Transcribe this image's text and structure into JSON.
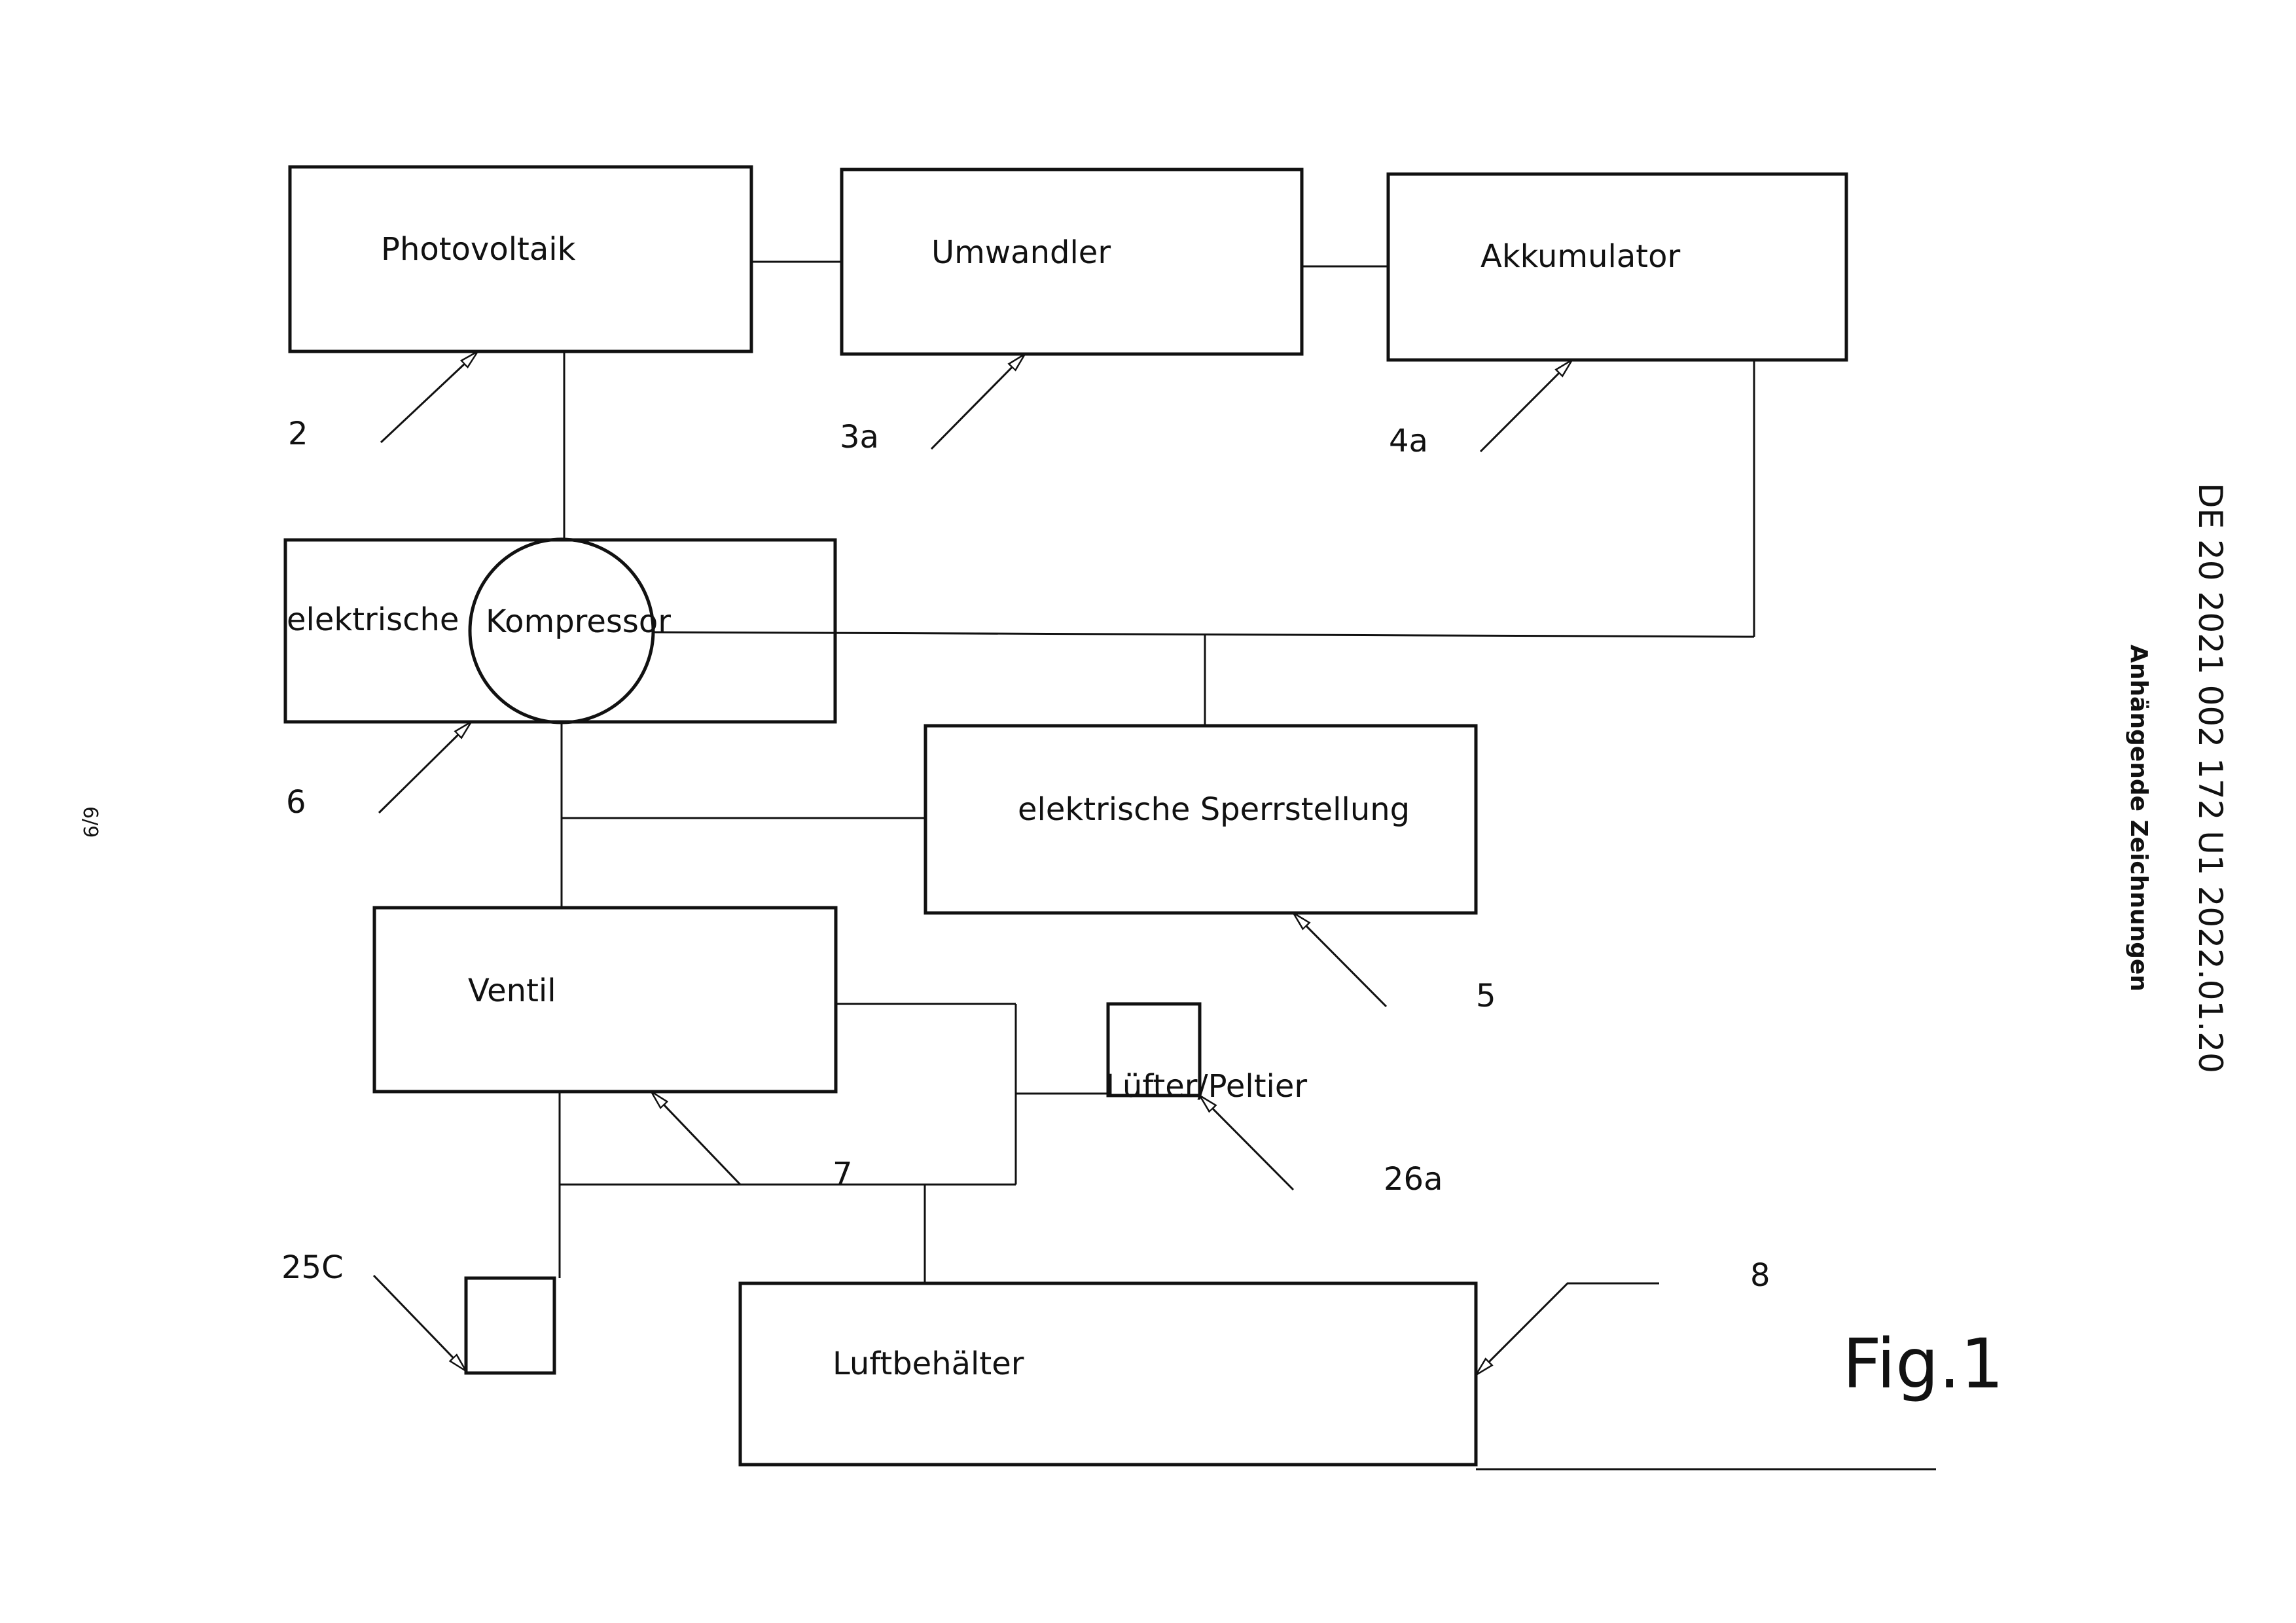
{
  "blocks": {
    "photovoltaik": "Photovoltaik",
    "umwandler": "Umwandler",
    "akkumulator": "Akkumulator",
    "kompressor_left": "elektrische",
    "kompressor_right": "Kompressor",
    "sperrstellung": "elektrische  Sperrstellung",
    "ventil": "Ventil",
    "luefter": "Lüfter/Peltier",
    "luftbehaelter": "Luftbehälter"
  },
  "refs": {
    "photovoltaik": "2",
    "umwandler": "3a",
    "akkumulator": "4a",
    "kompressor": "6",
    "sperrstellung": "5",
    "ventil": "7",
    "luefter": "26a",
    "small_box": "25C",
    "luftbehaelter": "8"
  },
  "figure_label": "Fig.1",
  "side": {
    "document_number": "DE 20 2021 002 172 U1    2022.01.20",
    "subtitle": "Anhängende Zeichnungen"
  },
  "page_number": "6/9"
}
